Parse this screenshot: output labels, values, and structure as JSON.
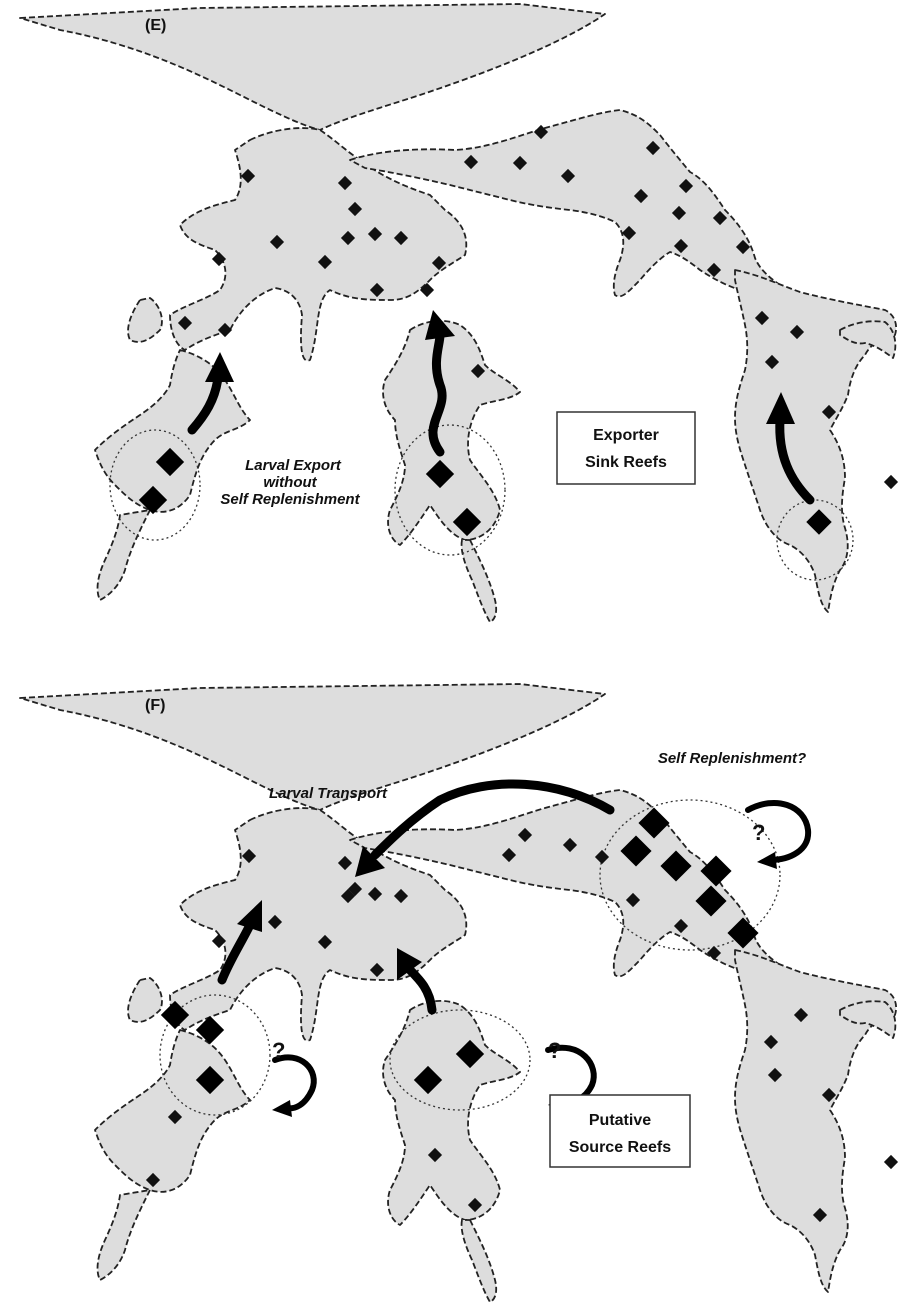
{
  "panels": [
    {
      "tag": "(E)",
      "labels": {
        "larval_export_line1": "Larval Export",
        "larval_export_line2": "without",
        "larval_export_line3": "Self Replenishment",
        "box_line1": "Exporter",
        "box_line2": "Sink Reefs"
      }
    },
    {
      "tag": "(F)",
      "labels": {
        "larval_transport": "Larval Transport",
        "self_replenishment": "Self Replenishment?",
        "question_mark": "?",
        "box_line1": "Putative",
        "box_line2": "Source Reefs"
      }
    }
  ],
  "colors": {
    "reef_fill": "#dddddd",
    "outline": "#222222",
    "marker": "#111111",
    "background": "#ffffff"
  }
}
